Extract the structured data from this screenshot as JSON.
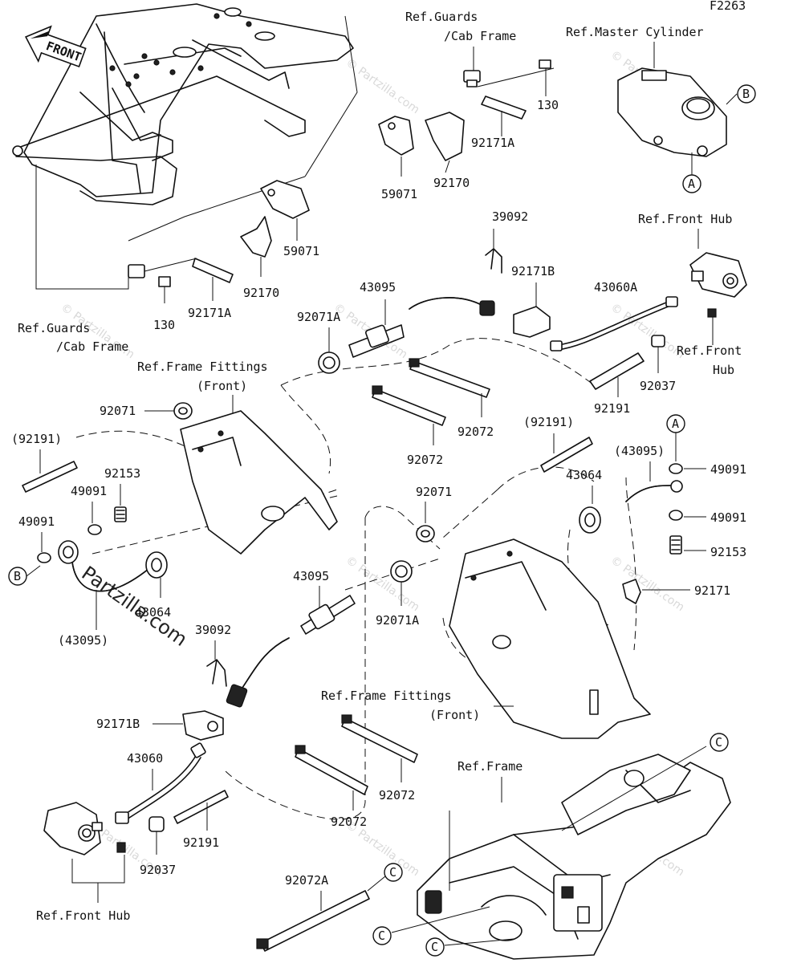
{
  "figure_code": "F2263",
  "front_arrow": "FRONT",
  "watermark": "© Partzilla.com",
  "watermark_main": "Partzilla.com",
  "refs": {
    "guards_top_1": "Ref.Guards",
    "guards_top_2": "/Cab Frame",
    "master_cylinder": "Ref.Master Cylinder",
    "front_hub_top": "Ref.Front Hub",
    "front_hub_mid_1": "Ref.Front",
    "front_hub_mid_2": "Hub",
    "guards_left_1": "Ref.Guards",
    "guards_left_2": "/Cab Frame",
    "frame_fittings_1": "Ref.Frame Fittings",
    "frame_fittings_2": "(Front)",
    "frame_fittings_b1": "Ref.Frame Fittings",
    "frame_fittings_b2": "(Front)",
    "frame": "Ref.Frame",
    "front_hub_bottom": "Ref.Front Hub"
  },
  "callouts": {
    "a": "A",
    "b": "B",
    "c": "C"
  },
  "parts": {
    "p130": "130",
    "p92171a": "92171A",
    "p59071": "59071",
    "p92170": "92170",
    "p39092": "39092",
    "p92171b": "92171B",
    "p43095": "43095",
    "p92071a": "92071A",
    "p43060a": "43060A",
    "p92037": "92037",
    "p92191": "92191",
    "p92072": "92072",
    "p92071": "92071",
    "p92191p": "(92191)",
    "p92153": "92153",
    "p49091": "49091",
    "p43064": "43064",
    "p43095p": "(43095)",
    "p92171": "92171",
    "p43060": "43060",
    "p92072a": "92072A"
  }
}
